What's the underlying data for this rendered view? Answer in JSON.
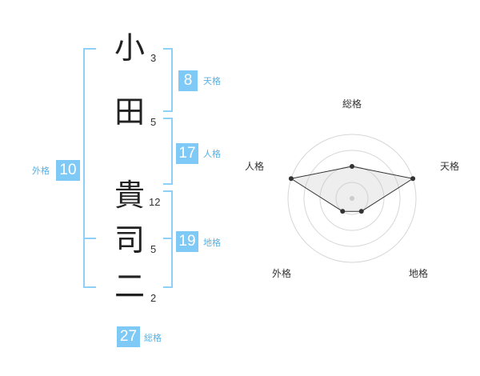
{
  "name_chars": [
    {
      "char": "小",
      "strokes": "3"
    },
    {
      "char": "田",
      "strokes": "5"
    },
    {
      "char": "貴",
      "strokes": "12"
    },
    {
      "char": "司",
      "strokes": "5"
    },
    {
      "char": "二",
      "strokes": "2"
    }
  ],
  "fortunes": {
    "ten": {
      "value": "8",
      "label": "天格"
    },
    "jin": {
      "value": "17",
      "label": "人格"
    },
    "chi": {
      "value": "19",
      "label": "地格"
    },
    "gai": {
      "value": "10",
      "label": "外格"
    },
    "so": {
      "value": "27",
      "label": "総格"
    }
  },
  "colors": {
    "accent": "#7fc9f6",
    "bracket": "#8fd0f8",
    "label": "#55b1e6"
  },
  "chart_data": {
    "type": "radar",
    "axes": [
      "総格",
      "天格",
      "地格",
      "外格",
      "人格"
    ],
    "values": [
      0.5,
      1.0,
      0.25,
      0.25,
      1.0
    ],
    "range": [
      0,
      1
    ],
    "rings": 4
  }
}
